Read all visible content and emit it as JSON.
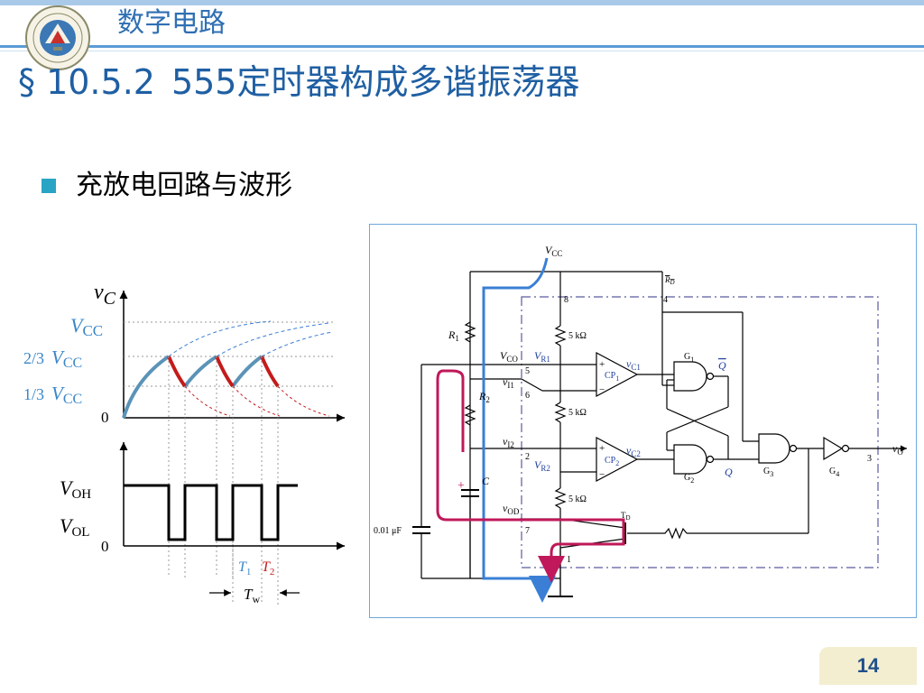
{
  "header": {
    "course_title": "数字电路",
    "section_number": "§ 10.5.2",
    "section_title": "555定时器构成多谐振荡器"
  },
  "bullet": {
    "text": "充放电回路与波形"
  },
  "waveform": {
    "vc_label_v": "v",
    "vc_label_sub": "C",
    "vcc_label": "V",
    "vcc_sub": "CC",
    "two_thirds": "2/3",
    "one_third": "1/3",
    "zero": "0",
    "voh": "V",
    "voh_sub": "OH",
    "vol": "V",
    "vol_sub": "OL",
    "t1": "T",
    "t1_sub": "1",
    "t2": "T",
    "t2_sub": "2",
    "tw": "T",
    "tw_sub": "w"
  },
  "circuit": {
    "vcc": "V",
    "vcc_sub": "CC",
    "rd": "R",
    "rd_sub": "D",
    "pin8": "8",
    "pin4": "4",
    "pin5": "5",
    "pin6": "6",
    "pin2": "2",
    "pin7": "7",
    "pin1": "1",
    "pin3": "3",
    "r1": "R",
    "r1_sub": "1",
    "r2": "R",
    "r2_sub": "2",
    "c": "C",
    "cap": "0.01 μF",
    "res_5k": "5 kΩ",
    "vco": "V",
    "vco_sub": "CO",
    "vr1": "V",
    "vr1_sub": "R1",
    "vr2": "V",
    "vr2_sub": "R2",
    "vi1": "v",
    "vi1_sub": "I1",
    "vi2": "v",
    "vi2_sub": "I2",
    "vc1": "v",
    "vc1_sub": "C1",
    "vc2": "v",
    "vc2_sub": "C2",
    "cp1": "CP",
    "cp1_sub": "1",
    "cp2": "CP",
    "cp2_sub": "2",
    "vod": "v",
    "vod_sub": "OD",
    "td": "T",
    "td_sub": "D",
    "g1": "G",
    "g1_sub": "1",
    "g2": "G",
    "g2_sub": "2",
    "g3": "G",
    "g3_sub": "3",
    "g4": "G",
    "g4_sub": "4",
    "q": "Q",
    "qbar": "Q",
    "vo": "v",
    "vo_sub": "O",
    "plus": "+",
    "minus": "−",
    "cap_plus": "+"
  },
  "page": {
    "number": "14"
  },
  "colors": {
    "title_blue": "#1f5fa3",
    "charge_blue": "#3a7fd5",
    "discharge_red": "#c0185a",
    "curve_teal": "#5b93b8",
    "curve_red": "#c41b1b"
  }
}
